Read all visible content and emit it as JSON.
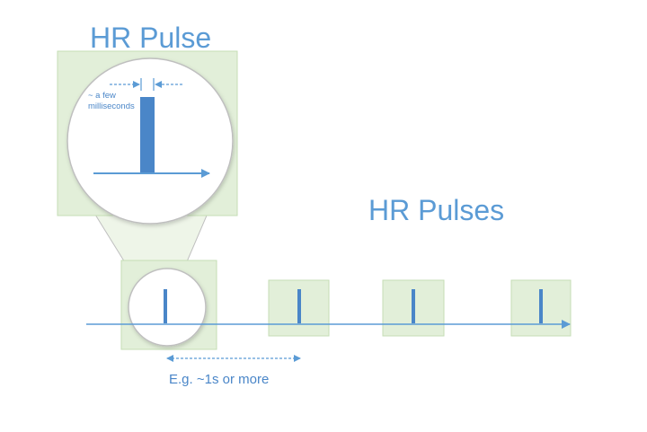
{
  "title_single": "HR Pulse",
  "title_multi": "HR Pulses",
  "zoom_width_label": "~ a few milliseconds",
  "period_label": "E.g. ~1s or more",
  "colors": {
    "accent": "#5b9bd5",
    "pulse": "#4a86c8",
    "frame_fill": "#e2efd9",
    "frame_stroke": "#c5deb5",
    "lens_stroke": "#bfbfbf",
    "cone_fill": "#eef5e8"
  }
}
